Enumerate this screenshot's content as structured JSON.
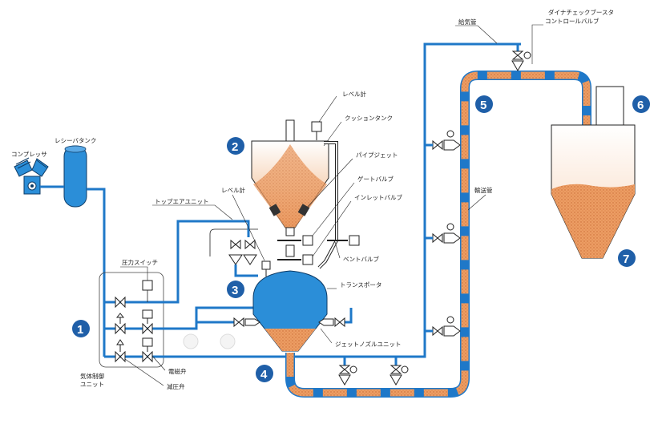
{
  "diagram": {
    "labels": {
      "compressor": "コンプレッサ",
      "receiver_tank": "レシーバタンク",
      "top_air_unit": "トップエアユニット",
      "pressure_switch": "圧力スイッチ",
      "gas_control_unit_line1": "気体制御",
      "gas_control_unit_line2": "ユニット",
      "solenoid_valve": "電磁弁",
      "pressure_reducing_valve": "減圧弁",
      "level_meter_hopper": "レベル計",
      "level_meter_transporter": "レベル計",
      "cushion_tank": "クッションタンク",
      "pipe_jet": "パイプジェット",
      "gate_valve": "ゲートバルブ",
      "inlet_valve": "インレットバルブ",
      "vent_valve": "ベントバルブ",
      "transporter": "トランスポータ",
      "jet_nozzle_unit": "ジェットノズルユニット",
      "air_supply_pipe": "給気管",
      "booster_valve_line1": "ダイナチェックブースタ",
      "booster_valve_line2": "コントロールバルブ",
      "transport_pipe": "輸送管"
    },
    "numbers": [
      "1",
      "2",
      "3",
      "4",
      "5",
      "6",
      "7"
    ],
    "colors": {
      "pipe_blue": "#1f78c8",
      "vessel_blue": "#2b8ed8",
      "powder": "#e8935a",
      "marker": "#1f5fa8"
    }
  }
}
